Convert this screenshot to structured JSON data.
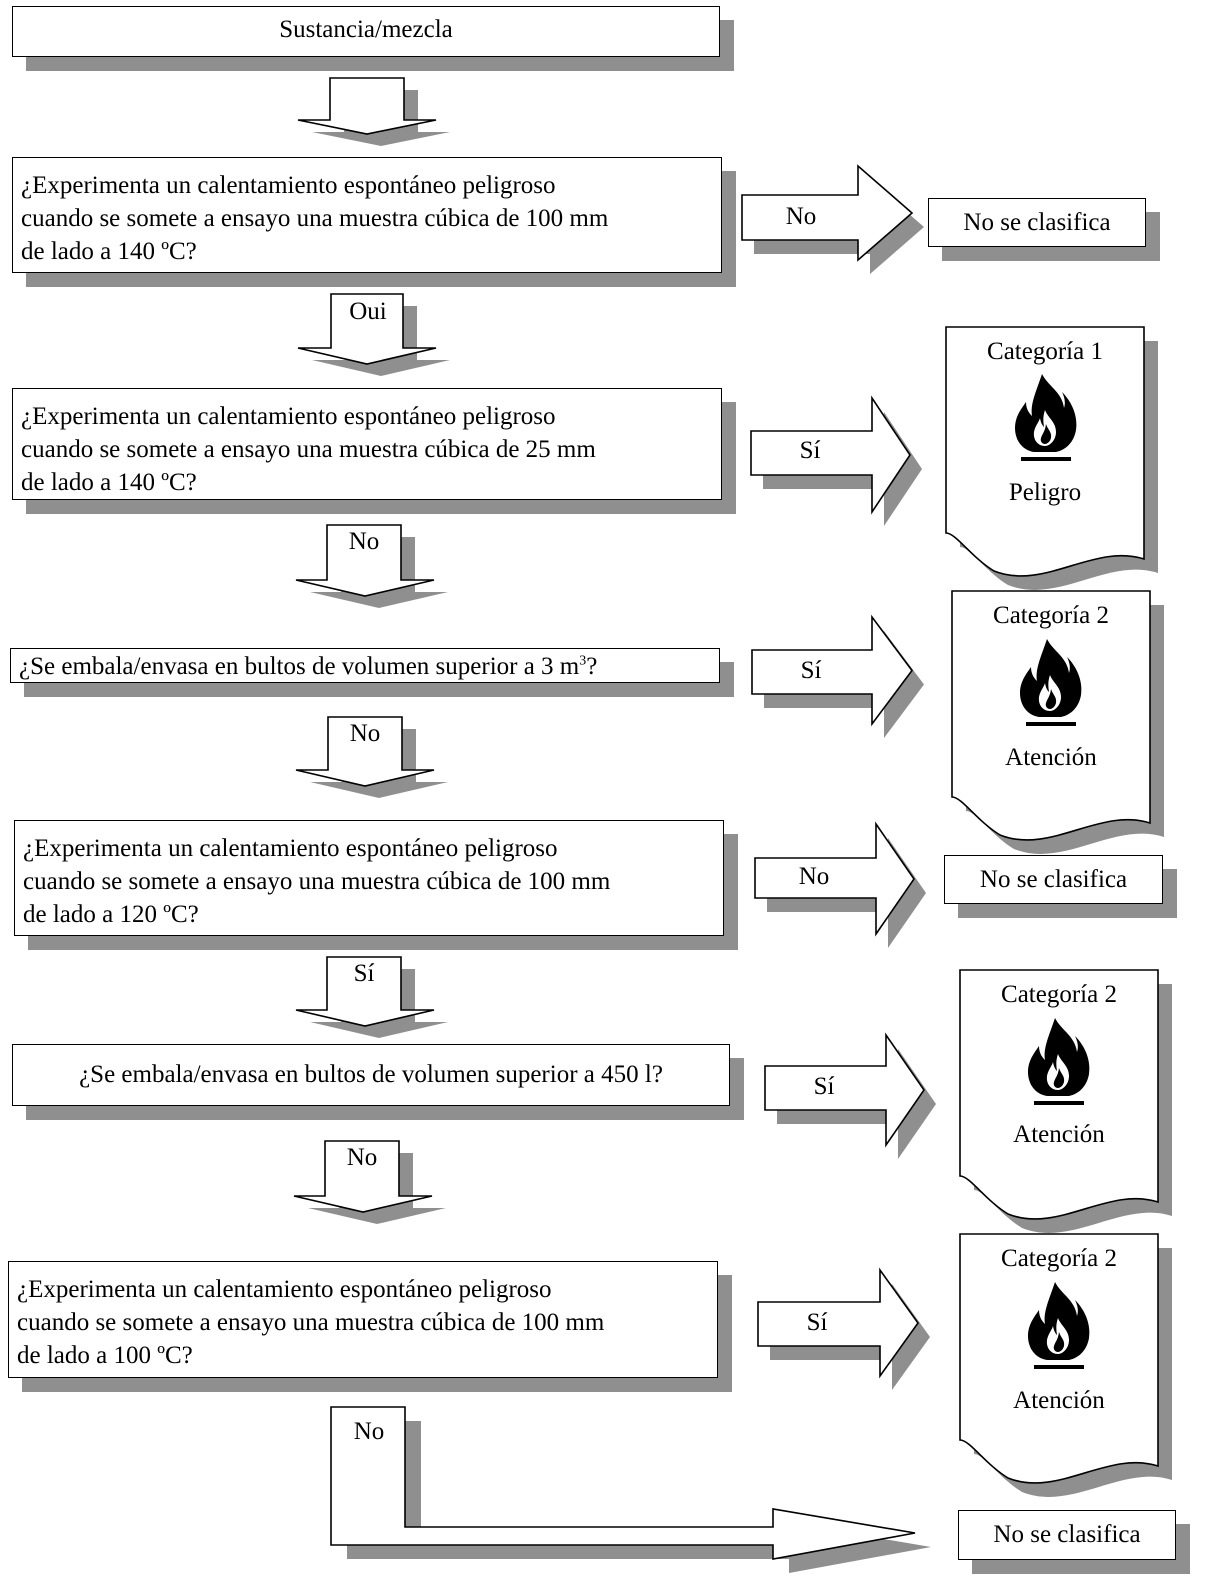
{
  "start": "Sustancia/mezcla",
  "questions": [
    {
      "lines": [
        "¿Experimenta un calentamiento espontáneo peligroso",
        "cuando se somete a ensayo una muestra cúbica de 100 mm",
        "de lado a 140 ºC?"
      ]
    },
    {
      "lines": [
        "¿Experimenta un calentamiento espontáneo peligroso",
        "cuando se somete a ensayo una muestra cúbica de 25 mm",
        "de lado a 140 ºC?"
      ]
    },
    {
      "text": "¿Se embala/envasa en bultos de volumen superior a 3 m",
      "sup": "3",
      "tail": "?"
    },
    {
      "lines": [
        "¿Experimenta un calentamiento espontáneo peligroso",
        "cuando se somete a ensayo una muestra cúbica de 100 mm",
        "de lado a 120 ºC?"
      ]
    },
    {
      "text": "¿Se embala/envasa en bultos de volumen superior a 450 l?"
    },
    {
      "lines": [
        "¿Experimenta un calentamiento espontáneo peligroso",
        "cuando se somete a ensayo una muestra cúbica de 100 mm",
        "de lado a 100 ºC?"
      ]
    }
  ],
  "down_labels": [
    "Oui",
    "No",
    "No",
    "Sí",
    "No",
    "No"
  ],
  "right_labels": [
    "No",
    "Sí",
    "Sí",
    "No",
    "Sí",
    "Sí"
  ],
  "outcomes": {
    "not_classified": "No se clasifica",
    "cards": [
      {
        "category": "Categoría 1",
        "signal": "Peligro",
        "icon": "flame-icon"
      },
      {
        "category": "Categoría 2",
        "signal": "Atención",
        "icon": "flame-icon"
      },
      {
        "category": "Categoría 2",
        "signal": "Atención",
        "icon": "flame-icon"
      },
      {
        "category": "Categoría 2",
        "signal": "Atención",
        "icon": "flame-icon"
      }
    ]
  },
  "colors": {
    "shadow": "#8f8f8f",
    "stroke": "#000000",
    "fill": "#ffffff"
  }
}
